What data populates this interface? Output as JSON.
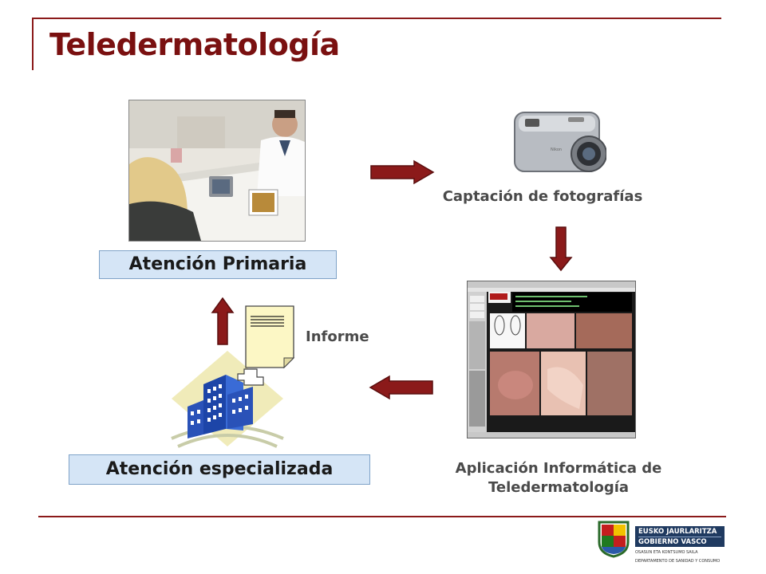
{
  "header": {
    "title": "Teledermatología"
  },
  "nodes": {
    "primary_care": "Atención Primaria",
    "photo_capture": "Captación de fotografías",
    "software_line1": "Aplicación Informática de",
    "software_line2": "Teledermatología",
    "specialized_care": "Atención especializada",
    "report": "Informe"
  },
  "footer": {
    "logo_line1": "EUSKO JAURLARITZA",
    "logo_line2": "GOBIERNO VASCO",
    "dept_line1": "OSASUN ETA KONTSUMO SAILA",
    "dept_line2": "DEPARTAMENTO DE SANIDAD Y CONSUMO"
  },
  "colors": {
    "accent": "#7a1010",
    "arrow": "#8b1a1a",
    "label_bg": "#d5e5f6"
  },
  "icons": [
    "doctor-consultation-photo",
    "digital-camera-icon",
    "software-screenshot",
    "hospital-building-icon",
    "report-document-icon",
    "arrow-right-icon",
    "arrow-down-icon",
    "arrow-left-icon",
    "arrow-up-icon"
  ]
}
